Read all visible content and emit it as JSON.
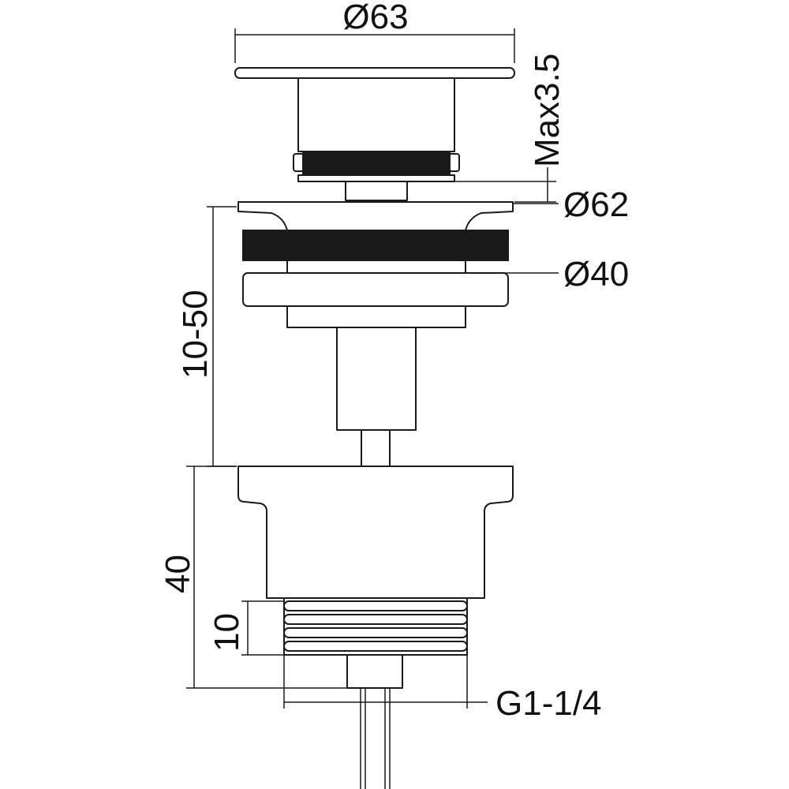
{
  "dimensions": {
    "cap_diameter": "Ø63",
    "cap_max_height": "Max3.5",
    "flange_diameter": "Ø62",
    "inner_diameter": "Ø40",
    "adjust_range": "10-50",
    "body_height": "40",
    "thread_length": "10",
    "thread_spec": "G1-1/4"
  }
}
